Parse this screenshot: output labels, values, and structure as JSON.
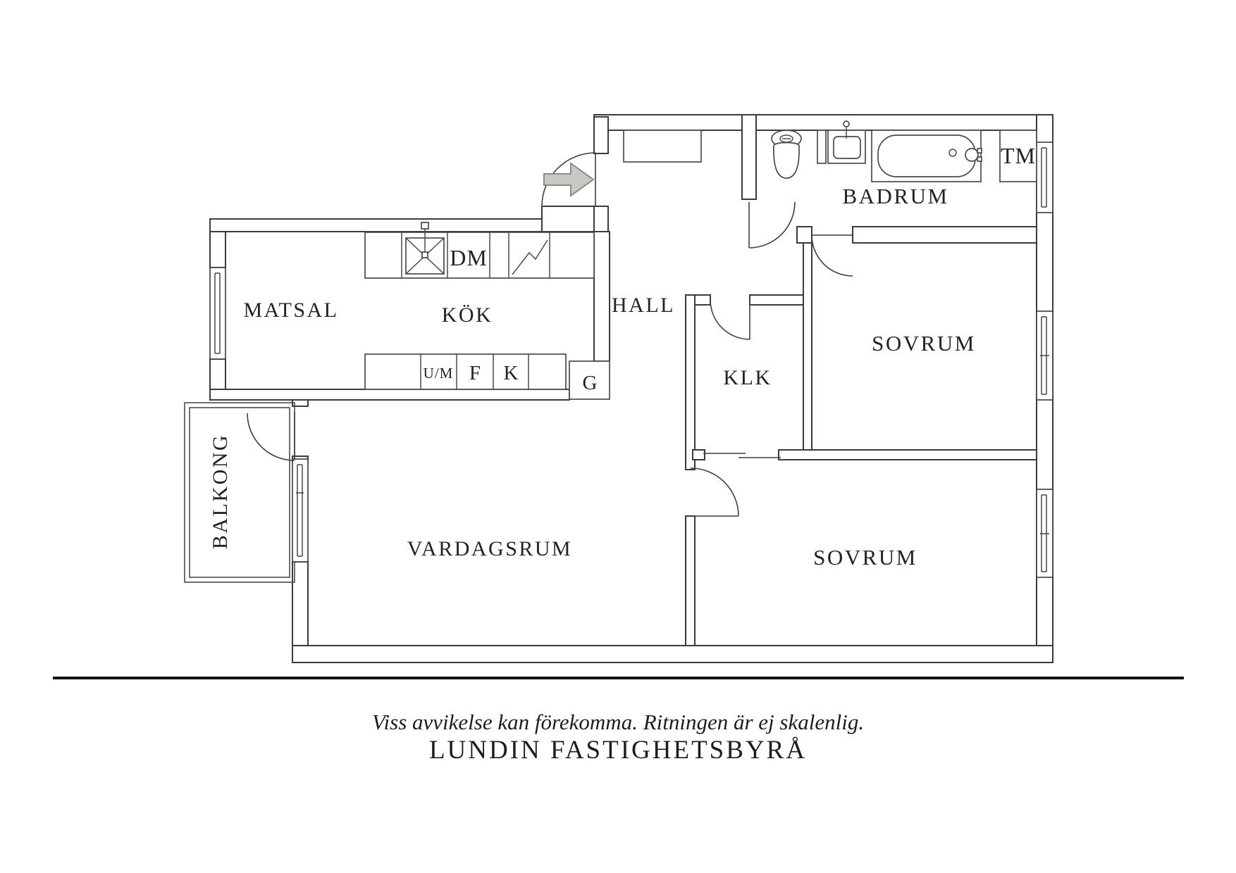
{
  "rooms": {
    "matsal": {
      "label": "MATSAL"
    },
    "kok": {
      "label": "KÖK"
    },
    "hall": {
      "label": "HALL"
    },
    "badrum": {
      "label": "BADRUM"
    },
    "sovrum_top": {
      "label": "SOVRUM"
    },
    "klk": {
      "label": "KLK"
    },
    "vardagsrum": {
      "label": "VARDAGSRUM"
    },
    "sovrum_bottom": {
      "label": "SOVRUM"
    },
    "balkong": {
      "label": "BALKONG"
    }
  },
  "appliances": {
    "dm": {
      "label": "DM"
    },
    "tm": {
      "label": "TM"
    },
    "um": {
      "label": "U/M"
    },
    "f": {
      "label": "F"
    },
    "k": {
      "label": "K"
    },
    "g": {
      "label": "G"
    }
  },
  "footer": {
    "disclaimer": "Viss avvikelse kan förekomma. Ritningen är ej skalenlig.",
    "brand": "LUNDIN FASTIGHETSBYRÅ"
  },
  "colors": {
    "background": "#ffffff",
    "wall_line": "#3b3b3b",
    "text": "#232323",
    "entry_arrow_fill": "#c9c9c4",
    "entry_arrow_stroke": "#8b8b87",
    "separator": "#141414"
  }
}
